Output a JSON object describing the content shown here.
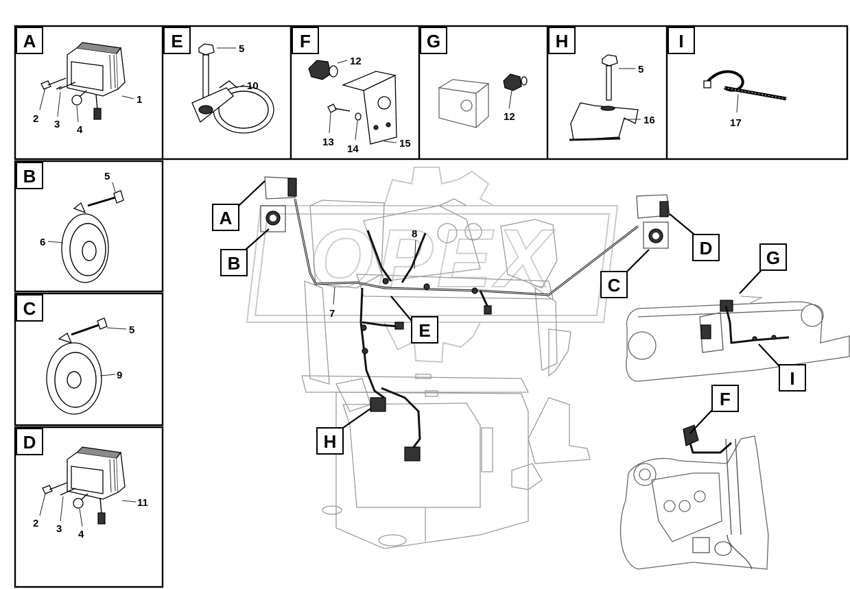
{
  "watermark": {
    "text": "OPEX"
  },
  "panels": [
    {
      "letter": "A",
      "parts": [
        "1",
        "2",
        "3",
        "4"
      ]
    },
    {
      "letter": "E",
      "parts": [
        "5",
        "10"
      ]
    },
    {
      "letter": "F",
      "parts": [
        "12",
        "13",
        "14",
        "15"
      ]
    },
    {
      "letter": "G",
      "parts": [
        "12"
      ]
    },
    {
      "letter": "H",
      "parts": [
        "5",
        "16"
      ]
    },
    {
      "letter": "I",
      "parts": [
        "17"
      ]
    },
    {
      "letter": "B",
      "parts": [
        "5",
        "6"
      ]
    },
    {
      "letter": "C",
      "parts": [
        "5",
        "9"
      ]
    },
    {
      "letter": "D",
      "parts": [
        "2",
        "3",
        "4",
        "11"
      ]
    }
  ],
  "main_view": {
    "callouts": [
      "A",
      "B",
      "C",
      "D",
      "E",
      "G",
      "H",
      "I",
      "F"
    ],
    "part_numbers": [
      "7",
      "8"
    ]
  }
}
